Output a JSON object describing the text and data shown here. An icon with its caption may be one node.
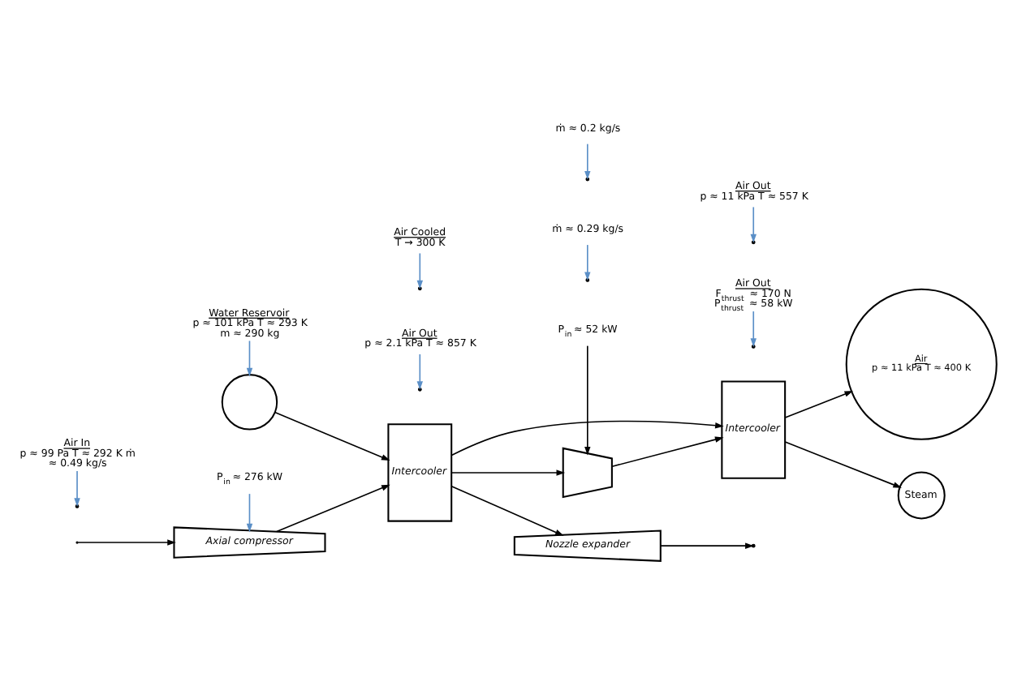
{
  "diagram": {
    "nodes": [
      {
        "text": [
          "Axial compressor"
        ]
      },
      {
        "text": [
          "P$_{in}$ ≈ 276 kW"
        ]
      },
      {
        "text": [
          "Air In",
          "p ≈ 99 Pa T ≈ 292 K ṁ ≈ 0.49 kg/s"
        ]
      },
      {
        "text": [
          "Air Out",
          "p ≈ 2.1 kPa T ≈ 857 K"
        ]
      },
      {
        "text": [
          "Nozzle expander"
        ]
      },
      {
        "text": [
          "Air Out",
          "F$_{thrust}$ ≈ 170 N P$_{thrust}$ ≈ 58 kW"
        ]
      },
      {
        "text": [
          "ṁ ≈ 0.29 kg/s"
        ]
      },
      {
        "text": [
          "ṁ ≈ 0.2 kg/s"
        ]
      },
      {
        "text": [
          "Air Cooled",
          "T → 300 K"
        ]
      },
      {
        "text": [
          "Intercooler"
        ]
      },
      {
        "text": [
          "Water Reservoir",
          "p ≈ 101 kPa T ≈ 293 K m ≈ 290 kg"
        ]
      },
      {
        "text": [],
        "shape": "circle"
      },
      {
        "text": [],
        "shape": "trapezoid"
      },
      {
        "text": [
          "P$_{in}$ ≈ 52 kW"
        ]
      },
      {
        "text": [
          "Air Out",
          "p ≈ 11 kPa T ≈ 557 K"
        ]
      },
      {
        "text": [
          "Intercooler"
        ]
      },
      {
        "text": [
          "Air",
          "p ≈ 11 kPa T ≈ 400 K"
        ]
      },
      {
        "text": [
          "Steam"
        ]
      }
    ],
    "edges": [
      {
        "from": null,
        "to": 0,
        "arrow": "to"
      },
      {
        "from": 0,
        "to": 9,
        "arrow": "to"
      },
      {
        "from": 9,
        "to": 12,
        "arrow": "to"
      },
      {
        "from": 9,
        "to": 4,
        "arrow": "to"
      },
      {
        "from": 4,
        "to": null,
        "arrow": "to"
      },
      {
        "from": 12,
        "to": 15,
        "arrow": "to"
      },
      {
        "from": 15,
        "to": 16,
        "arrow": "to"
      },
      {
        "from": 11,
        "to": 9,
        "arrow": "to"
      },
      {
        "from": 9,
        "to": 15,
        "arrow": "to"
      },
      {
        "from": 15,
        "to": 17,
        "arrow": "to"
      },
      {
        "from": 1,
        "to": 0,
        "arrow": "to",
        "color": "#5b8fc7"
      },
      {
        "from": 2,
        "to": null,
        "arrow": "to",
        "color": "#5b8fc7"
      },
      {
        "from": 3,
        "to": null,
        "arrow": "to",
        "color": "#5b8fc7"
      },
      {
        "from": 5,
        "to": null,
        "arrow": "to",
        "color": "#5b8fc7"
      },
      {
        "from": 6,
        "to": null,
        "arrow": "to",
        "color": "#5b8fc7"
      },
      {
        "from": 7,
        "to": null,
        "arrow": "to",
        "color": "#5b8fc7"
      },
      {
        "from": 8,
        "to": null,
        "arrow": "to",
        "color": "#5b8fc7"
      },
      {
        "from": 10,
        "to": 11,
        "arrow": "to",
        "color": "#5b8fc7"
      },
      {
        "from": 13,
        "to": 12,
        "arrow": "to"
      },
      {
        "from": 14,
        "to": null,
        "arrow": "to",
        "color": "#5b8fc7"
      }
    ]
  }
}
